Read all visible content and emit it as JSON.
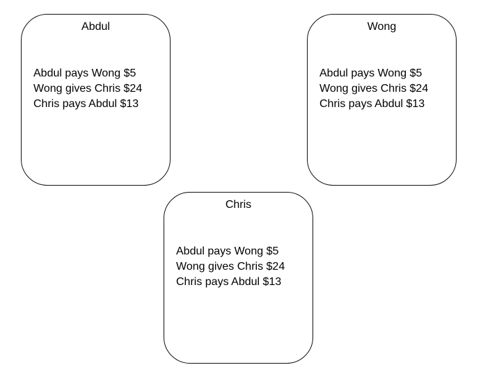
{
  "nodes": [
    {
      "title": "Abdul",
      "transactions": [
        "Abdul pays Wong $5",
        "Wong gives Chris $24",
        "Chris pays Abdul $13"
      ]
    },
    {
      "title": "Wong",
      "transactions": [
        "Abdul pays Wong $5",
        "Wong gives Chris $24",
        "Chris pays Abdul $13"
      ]
    },
    {
      "title": "Chris",
      "transactions": [
        "Abdul pays Wong $5",
        "Wong gives Chris $24",
        "Chris pays Abdul $13"
      ]
    }
  ]
}
